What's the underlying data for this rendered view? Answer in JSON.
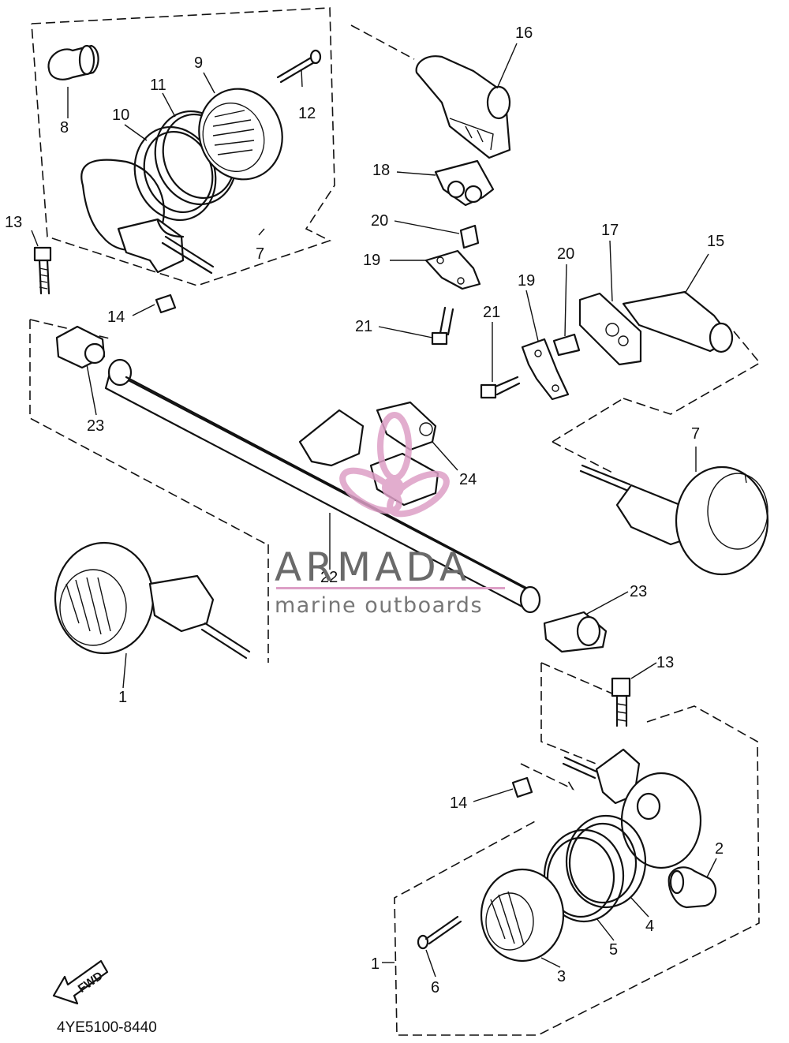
{
  "diagram_code": "4YE5100-8440",
  "fwd_label": "FWD",
  "watermark": {
    "brand": "ARMADA",
    "tagline": "marine outboards",
    "accent_color": "#dd9fc6"
  },
  "callouts": {
    "c1a": "1",
    "c1b": "1",
    "c2": "2",
    "c3": "3",
    "c4": "4",
    "c5": "5",
    "c6": "6",
    "c7a": "7",
    "c7b": "7",
    "c8": "8",
    "c9": "9",
    "c10": "10",
    "c11": "11",
    "c12": "12",
    "c13a": "13",
    "c13b": "13",
    "c14a": "14",
    "c14b": "14",
    "c15": "15",
    "c16": "16",
    "c17": "17",
    "c18": "18",
    "c19a": "19",
    "c19b": "19",
    "c20a": "20",
    "c20b": "20",
    "c21a": "21",
    "c21b": "21",
    "c22": "22",
    "c23a": "23",
    "c23b": "23",
    "c24": "24"
  }
}
